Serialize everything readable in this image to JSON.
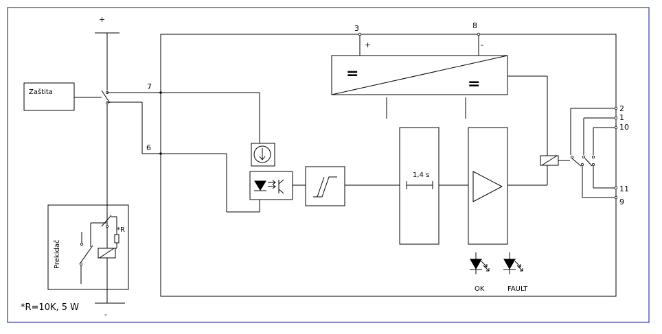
{
  "labels": {
    "zastita": "Zaštita",
    "prekidac": "Prekidač",
    "resistor_mark": "*R",
    "resistor_note": "*R=10K, 5 W",
    "plus_top": "+",
    "minus_bottom": "-",
    "t3": "3",
    "t8": "8",
    "t7": "7",
    "t6": "6",
    "conv_plus": "+",
    "conv_minus": "-",
    "timer": "1,4 s",
    "t2": "2",
    "t1": "1",
    "t10": "10",
    "t11": "11",
    "t9": "9",
    "ok": "OK",
    "fault": "FAULT",
    "eq_left": "=",
    "eq_right": "="
  },
  "colors": {
    "frame": "#3b47a6",
    "line": "#000000",
    "background": "#ffffff"
  }
}
